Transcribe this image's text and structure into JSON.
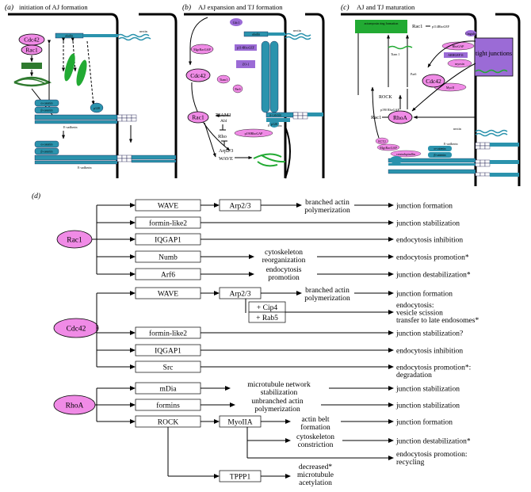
{
  "panels": {
    "a": {
      "letter": "(a)",
      "title": "initiation of AJ formation",
      "labels": [
        "Cdc42",
        "Rac1"
      ],
      "small": [
        "afadin",
        "nectin",
        "α-catenin",
        "β-catenin",
        "p120",
        "E-cadherin",
        "α-catenin",
        "β-catenin",
        "E-cadherin"
      ]
    },
    "b": {
      "letter": "(b)",
      "title": "AJ expansion and TJ formation",
      "labels": [
        "Cdc42",
        "Rac1",
        "TIAM1",
        "Abl",
        "Rho",
        "Arp2/3",
        "WAVE"
      ],
      "small": [
        "Cdc1",
        "afadin",
        "nectin",
        "MgcRacGAP",
        "p114RhoGEF",
        "ZO-1",
        "Tiam1",
        "Par6",
        "α-catenin",
        "E-cadherin",
        "p190RhoGAP",
        "p120"
      ]
    },
    "c": {
      "letter": "(c)",
      "title": "AJ and TJ maturation",
      "labels": [
        "Rac1",
        "Cdc42",
        "RhoA",
        "Rac1",
        "ROCK",
        "tight junctions"
      ],
      "small": [
        "actomyosin ring formation",
        "Tiam 1",
        "Par6",
        "p114RhoGEF",
        "Cingulin",
        "RhoGAP",
        "ARHGEF11",
        "myosin",
        "MyoII",
        "p190 RhoGAP",
        "ECT2",
        "MgcRacGAP",
        "centralspindlin",
        "α-catenin",
        "β-catenin",
        "E-cadherin",
        "nectin"
      ]
    },
    "d": {
      "letter": "(d)"
    }
  },
  "tree": {
    "rac1": {
      "label": "Rac1",
      "rows": [
        {
          "e": "WAVE",
          "b2": "Arp2/3",
          "mid": [
            "branched actin",
            "polymerization"
          ],
          "out": "junction formation"
        },
        {
          "e": "formin-like2",
          "out": "junction stabilization"
        },
        {
          "e": "IQGAP1",
          "out": "endocytosis inhibition"
        },
        {
          "e": "Numb",
          "mid": [
            "cytoskeleton",
            "reorganization"
          ],
          "out": "endocytosis promotion*"
        },
        {
          "e": "Arf6",
          "mid": [
            "endocytosis",
            "promotion"
          ],
          "out": "junction destabilization*"
        }
      ]
    },
    "cdc42": {
      "label": "Cdc42",
      "rows": [
        {
          "e": "WAVE",
          "b2": "Arp2/3",
          "mid": [
            "branched actin",
            "polymerization"
          ],
          "out": "junction formation"
        },
        {
          "cip": "+ Cip4",
          "rab": "+ Rab5",
          "out": [
            "endocytosis:",
            "vesicle scission",
            "transfer to late endosomes*"
          ]
        },
        {
          "e": "formin-like2",
          "out": "junction stabilization?"
        },
        {
          "e": "IQGAP1",
          "out": "endocytosis inhibition"
        },
        {
          "e": "Src",
          "out": [
            "endocytosis promotion*:",
            "degradation"
          ]
        }
      ]
    },
    "rhoa": {
      "label": "RhoA",
      "rows": [
        {
          "e": "mDia",
          "mid": [
            "microtubule network",
            "stabilization"
          ],
          "out": "junction stabilization"
        },
        {
          "e": "formins",
          "mid": [
            "unbranched actin",
            "polymerization"
          ],
          "out": "junction stabilization"
        },
        {
          "e": "ROCK",
          "b2": "MyoIIA",
          "mid": [
            "actin belt",
            "formation"
          ],
          "out": "junction formation"
        },
        {
          "mid": [
            "cytoskeleton",
            "constriction"
          ],
          "out": "junction destabilization*"
        },
        {
          "out": [
            "endocytosis promotion:",
            "recycling"
          ]
        },
        {
          "e": "TPPP1",
          "mid": [
            "decreased*",
            "microtubule",
            "acetylation"
          ]
        }
      ]
    }
  },
  "colors": {
    "pink": "#f08be6",
    "teal": "#2b93ad",
    "purple": "#9b6bd6",
    "green": "#22aa33",
    "darkgreen": "#2f7a2f"
  }
}
